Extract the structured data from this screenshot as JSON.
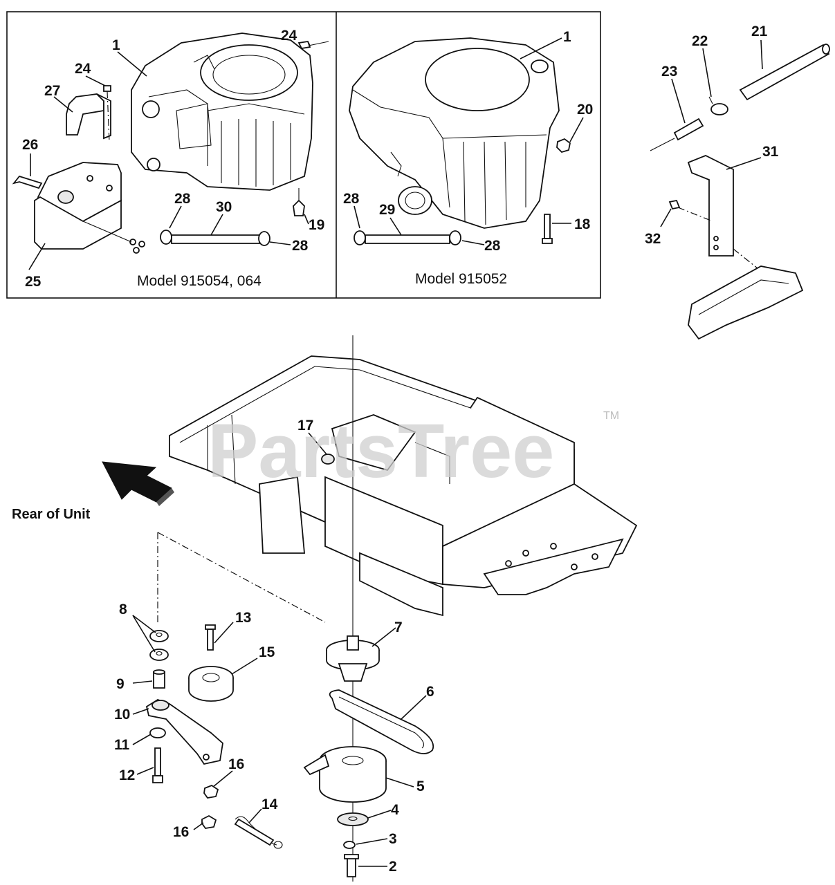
{
  "panels": {
    "left_caption": "Model 915054, 064",
    "right_caption": "Model 915052"
  },
  "rear_label": "Rear of Unit",
  "watermark": {
    "text": "PartsTree",
    "trademark": "TM"
  },
  "callouts": {
    "c1a": "1",
    "c24a": "24",
    "c24b": "24",
    "c27": "27",
    "c26": "26",
    "c25": "25",
    "c28a": "28",
    "c30": "30",
    "c28b": "28",
    "c19": "19",
    "c1b": "1",
    "c20": "20",
    "c28c": "28",
    "c29": "29",
    "c28d": "28",
    "c18": "18",
    "c21": "21",
    "c22": "22",
    "c23": "23",
    "c31": "31",
    "c32": "32",
    "c17": "17",
    "c8": "8",
    "c9": "9",
    "c10": "10",
    "c11": "11",
    "c12": "12",
    "c13": "13",
    "c15": "15",
    "c16a": "16",
    "c16b": "16",
    "c14": "14",
    "c7": "7",
    "c6": "6",
    "c5": "5",
    "c4": "4",
    "c3": "3",
    "c2": "2"
  }
}
